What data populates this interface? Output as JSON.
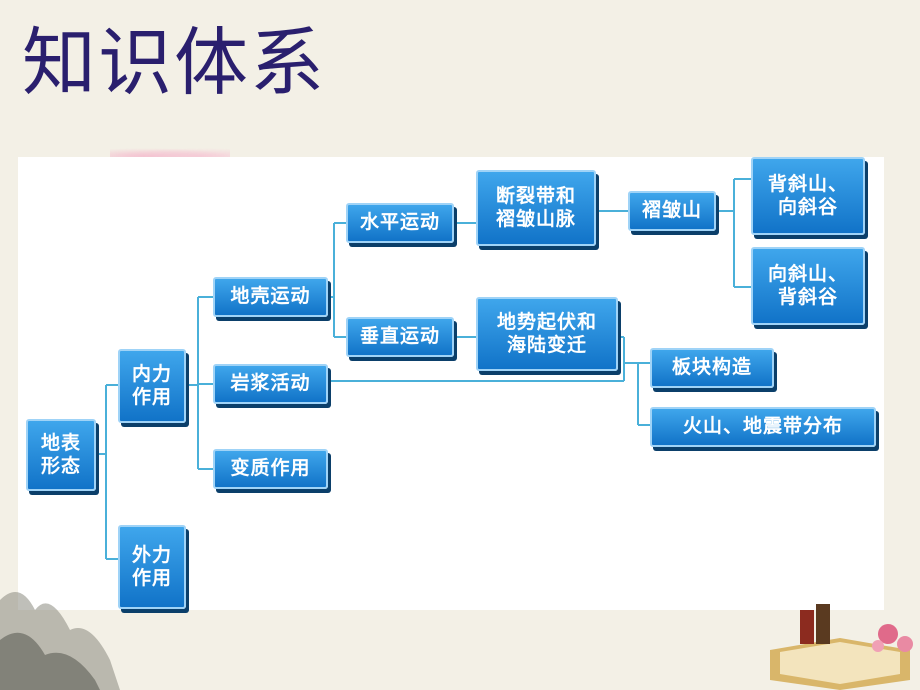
{
  "title": "知识体系",
  "nodes": {
    "dibiao_xingtai": "地表\n形态",
    "neili_zuoyong": "内力\n作用",
    "waili_zuoyong": "外力\n作用",
    "diqiao_yundong": "地壳运动",
    "yanjiang_huodong": "岩浆活动",
    "bianzhi_zuoyong": "变质作用",
    "shuiping_yundong": "水平运动",
    "chuizhi_yundong": "垂直运动",
    "duanliedai": "断裂带和\n褶皱山脉",
    "dishi_qifu": "地势起伏和\n海陆变迁",
    "zhezhoushan": "褶皱山",
    "beixie_xiangxie": "背斜山、\n向斜谷",
    "xiangxie_beixie": "向斜山、\n背斜谷",
    "bankuai_gouzao": "板块构造",
    "huoshan_dizhen": "火山、地震带分布"
  },
  "colors": {
    "node_top": "#3fa6ec",
    "node_bottom": "#1173c8",
    "node_shadow": "#0b3f6a",
    "connector": "#4ab0d9",
    "title": "#2a1f6e"
  }
}
